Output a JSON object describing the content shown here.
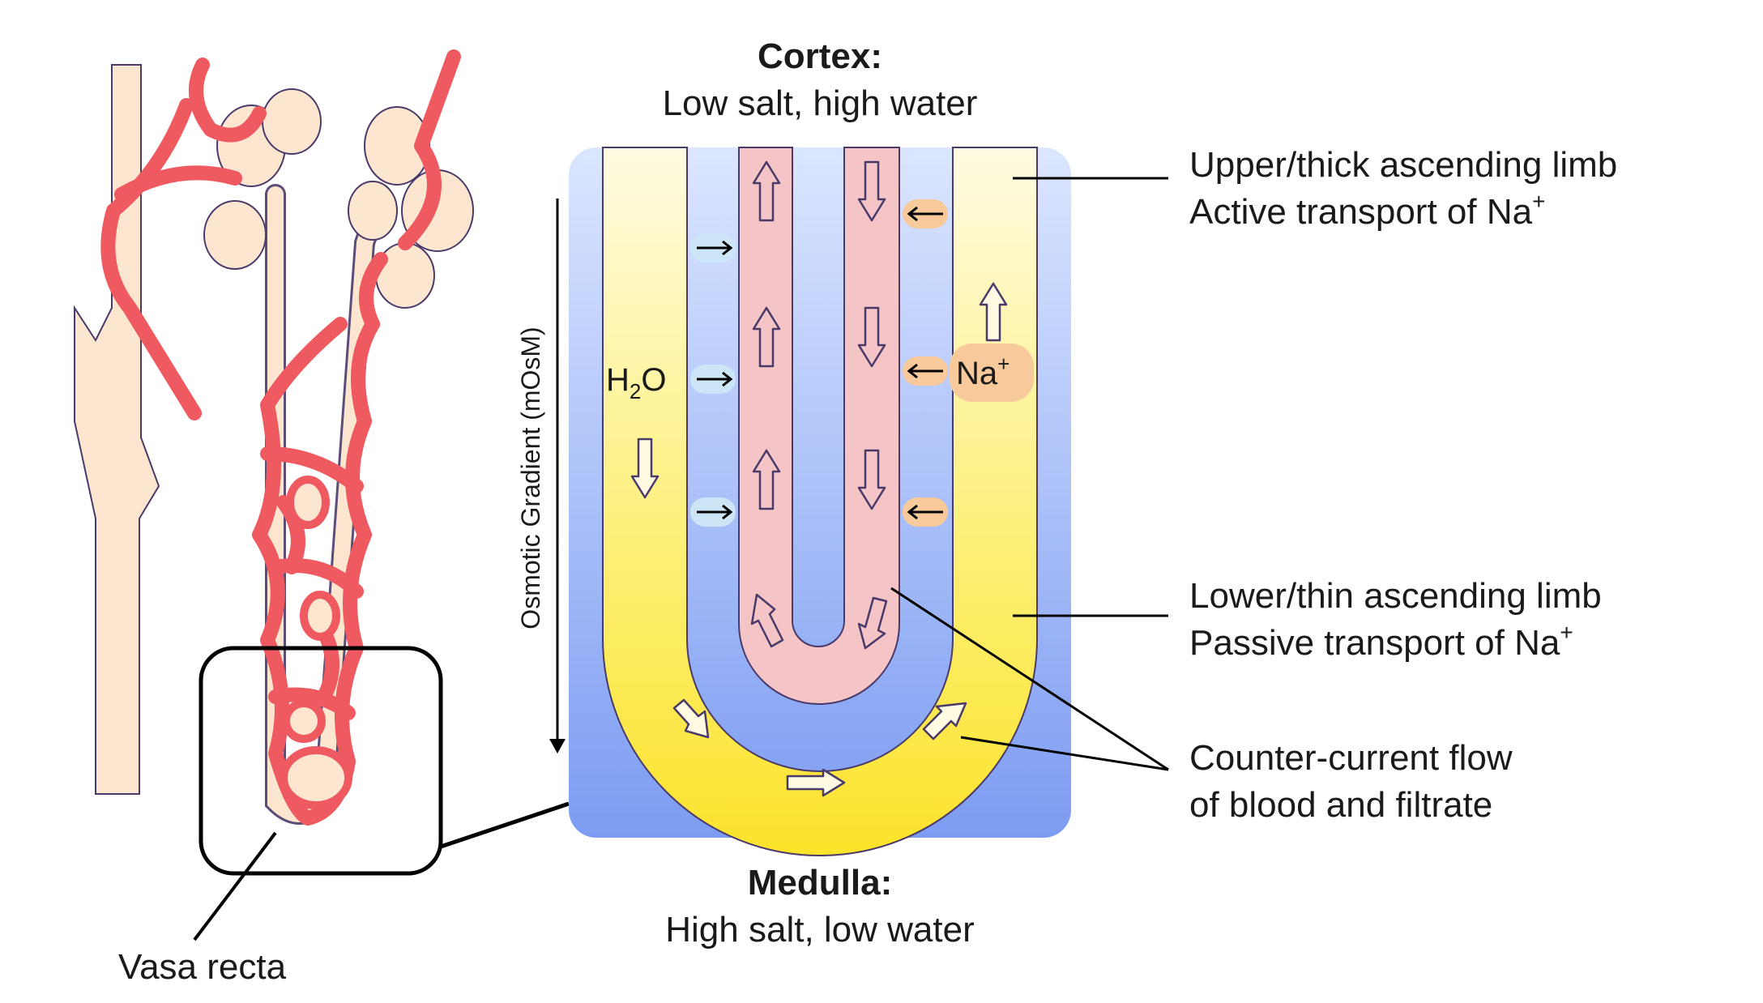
{
  "cortex": {
    "title": "Cortex:",
    "subtitle": "Low salt, high water"
  },
  "medulla": {
    "title": "Medulla:",
    "subtitle": "High salt, low water"
  },
  "gradient_axis": {
    "label": "Osmotic Gradient (mOsM)"
  },
  "callouts": {
    "upper_limb": {
      "line1": "Upper/thick ascending limb",
      "line2": "Active transport of Na",
      "sup": "+"
    },
    "lower_limb": {
      "line1": "Lower/thin ascending limb",
      "line2": "Passive transport of Na",
      "sup": "+"
    },
    "counter_current": {
      "line1": "Counter-current flow",
      "line2": "of blood and filtrate"
    }
  },
  "water_label": {
    "base": "H",
    "sub": "2",
    "tail": "O"
  },
  "sodium_label": {
    "base": "Na",
    "sup": "+"
  },
  "vasa_recta_label": "Vasa recta",
  "colors": {
    "filtrate": "#fdf7c9",
    "filtrate_deep": "#fbe32a",
    "blood_vessel": "#f4a7a9",
    "blood_capillary": "#ee5a60",
    "tubule": "#fde6d0",
    "interstitium_top": "#dbe6ff",
    "interstitium_bottom": "#7c9cf2",
    "water_badge": "#cde6f7",
    "sodium_badge": "#f7c99b"
  }
}
